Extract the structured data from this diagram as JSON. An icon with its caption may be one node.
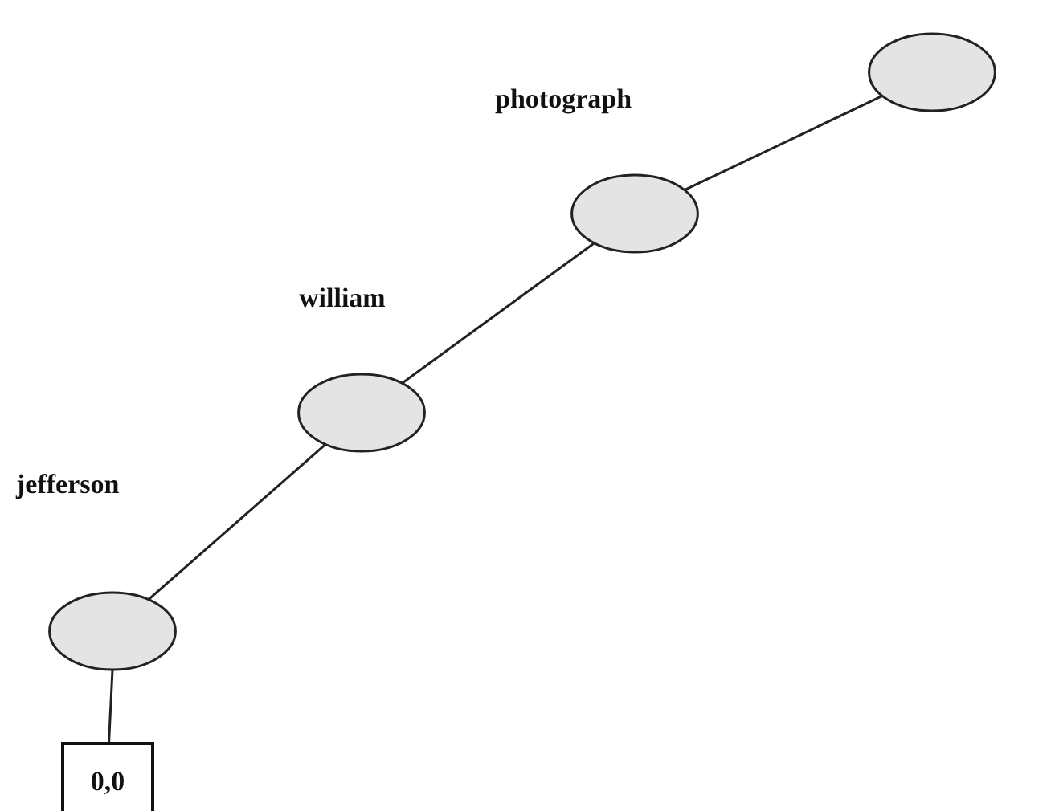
{
  "diagram": {
    "nodes": [
      {
        "text": [],
        "shape": "circle"
      },
      {
        "text": [],
        "shape": "circle"
      },
      {
        "text": [],
        "shape": "circle"
      },
      {
        "text": [],
        "shape": "circle"
      },
      {
        "text": [
          "0,0"
        ]
      }
    ],
    "edges": [
      {
        "from": 1,
        "to": 0,
        "arrow": "none",
        "label": "photograph"
      },
      {
        "from": 2,
        "to": 1,
        "arrow": "none",
        "label": "william"
      },
      {
        "from": 3,
        "to": 2,
        "arrow": "none",
        "label": "jefferson"
      },
      {
        "from": 3,
        "to": 4,
        "arrow": "none"
      }
    ]
  }
}
